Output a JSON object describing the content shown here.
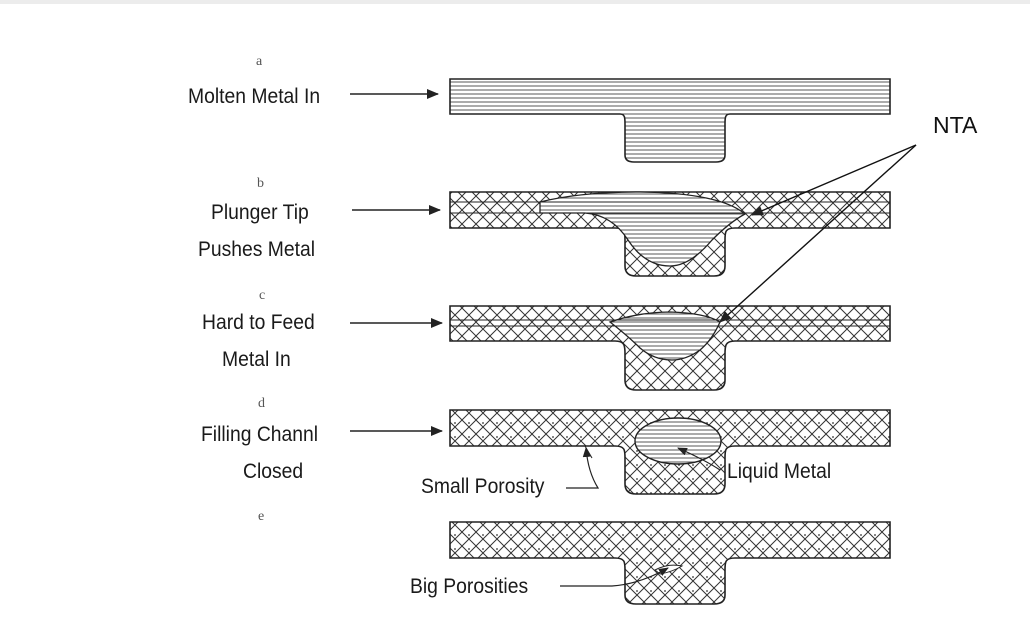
{
  "steps": {
    "a": "a",
    "b": "b",
    "c": "c",
    "d": "d",
    "e": "e"
  },
  "labels": {
    "molten_metal_in": "Molten Metal In",
    "plunger_line1": "Plunger Tip",
    "plunger_line2": "Pushes Metal",
    "hard_feed_line1": "Hard to Feed",
    "hard_feed_line2": "Metal In",
    "filling_line1": "Filling Channl",
    "filling_line2": "Closed",
    "small_porosity": "Small Porosity",
    "liquid_metal": "Liquid Metal",
    "big_porosities": "Big Porosities",
    "nta": "NTA"
  }
}
